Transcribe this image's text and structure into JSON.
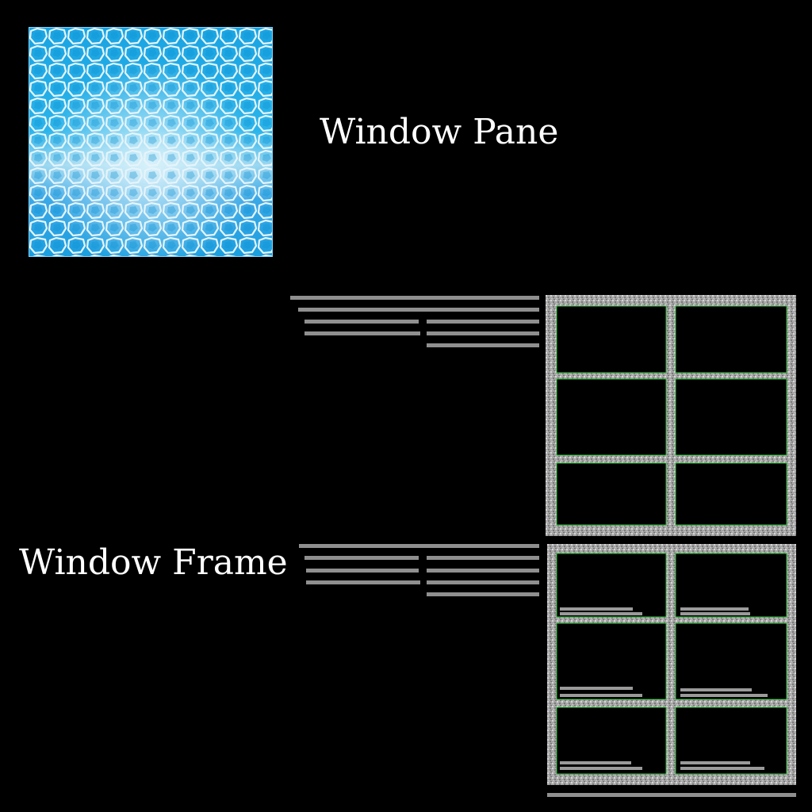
{
  "labels": {
    "pane": "Window Pane",
    "frame": "Window Frame"
  },
  "colors": {
    "background": "#000000",
    "label_text": "#ffffff",
    "glass_base": "#1aa6e0",
    "glass_edge": "#d8eef7",
    "metal_light": "#bdbdbd",
    "metal_dark": "#6e6e6e",
    "frame_inner_edge": "#2fbf3a"
  },
  "icons": {
    "pane_texture": "voronoi-glass-texture",
    "frame_texture": "brushed-metal-texture"
  }
}
